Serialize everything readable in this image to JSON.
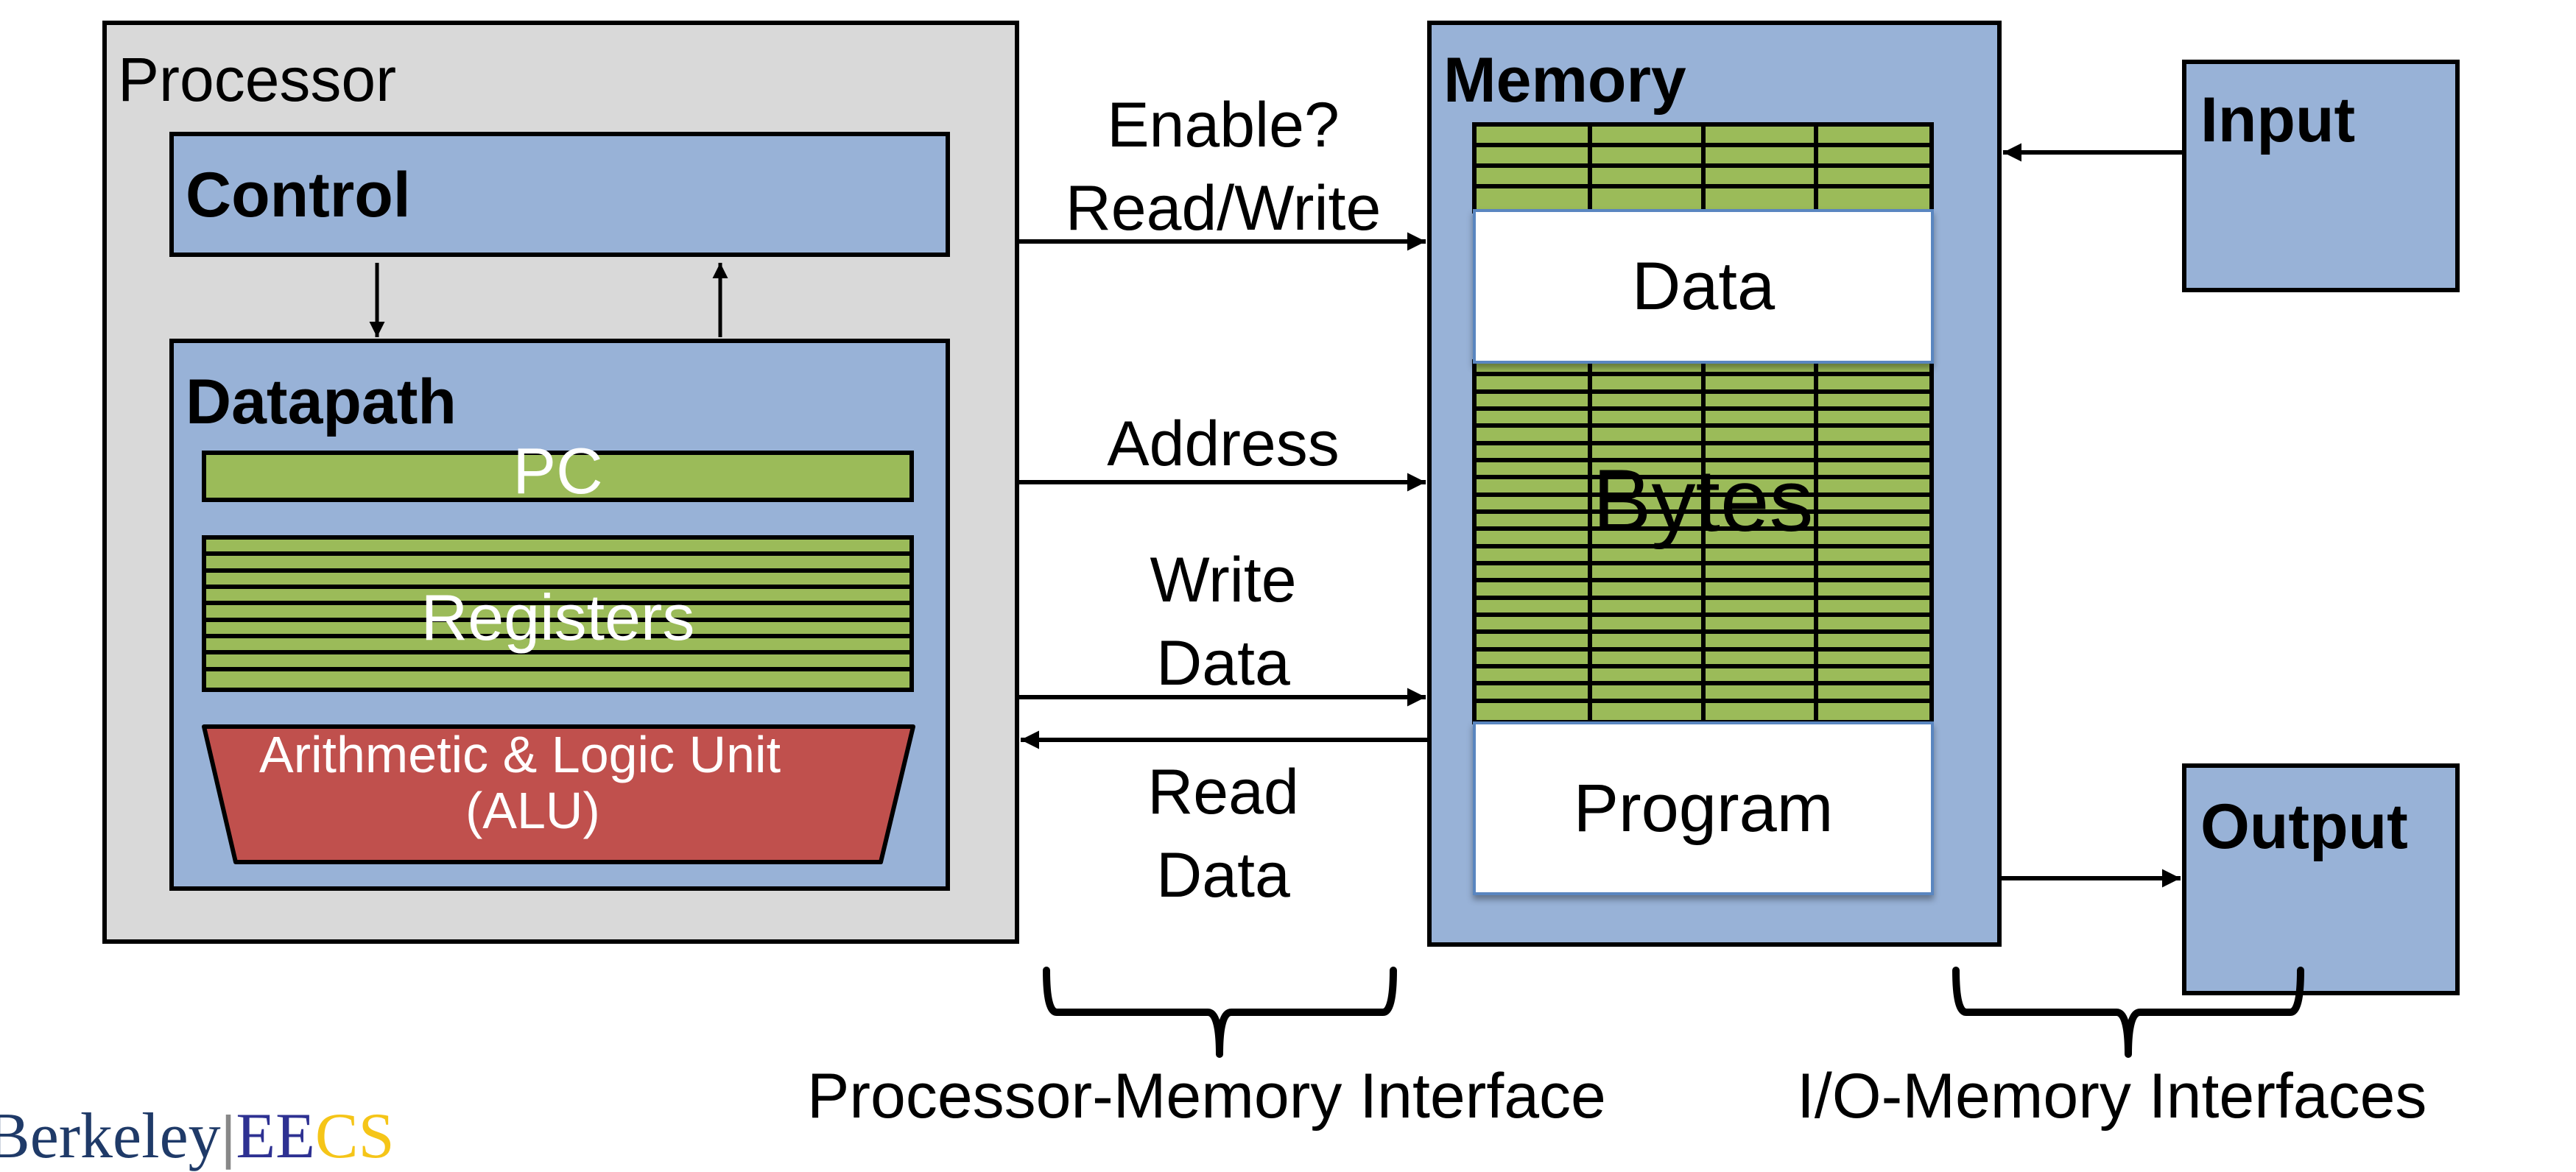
{
  "processor": {
    "title": "Processor",
    "control": {
      "title": "Control"
    },
    "datapath": {
      "title": "Datapath",
      "pc": {
        "label": "PC"
      },
      "registers": {
        "label": "Registers",
        "rows": 9
      },
      "alu": {
        "line1": "Arithmetic & Logic Unit",
        "line2": "(ALU)"
      }
    }
  },
  "memory": {
    "title": "Memory",
    "top_grid": {
      "rows": 4,
      "cols": 4
    },
    "data_section": {
      "label": "Data"
    },
    "bytes_section": {
      "label": "Bytes",
      "rows": 21,
      "cols": 4
    },
    "program_section": {
      "label": "Program"
    }
  },
  "io": {
    "input": {
      "label": "Input"
    },
    "output": {
      "label": "Output"
    }
  },
  "signals": {
    "enable_line1": "Enable?",
    "enable_line2": "Read/Write",
    "address": "Address",
    "write_line1": "Write",
    "write_line2": "Data",
    "read_line1": "Read",
    "read_line2": "Data"
  },
  "interfaces": {
    "processor_memory": "Processor-Memory Interface",
    "io_memory": "I/O-Memory Interfaces"
  },
  "logo": {
    "part1": "Berkeley",
    "separator": "|",
    "part2": "EE",
    "part3": "CS"
  },
  "colors": {
    "processor_bg": "#d9d9d9",
    "block_blue": "#98b2d7",
    "register_green": "#9bbb59",
    "alu_red": "#c0504d",
    "logo_navy": "#1f3a68",
    "logo_blue": "#2e3192",
    "logo_gold": "#f5c518"
  }
}
